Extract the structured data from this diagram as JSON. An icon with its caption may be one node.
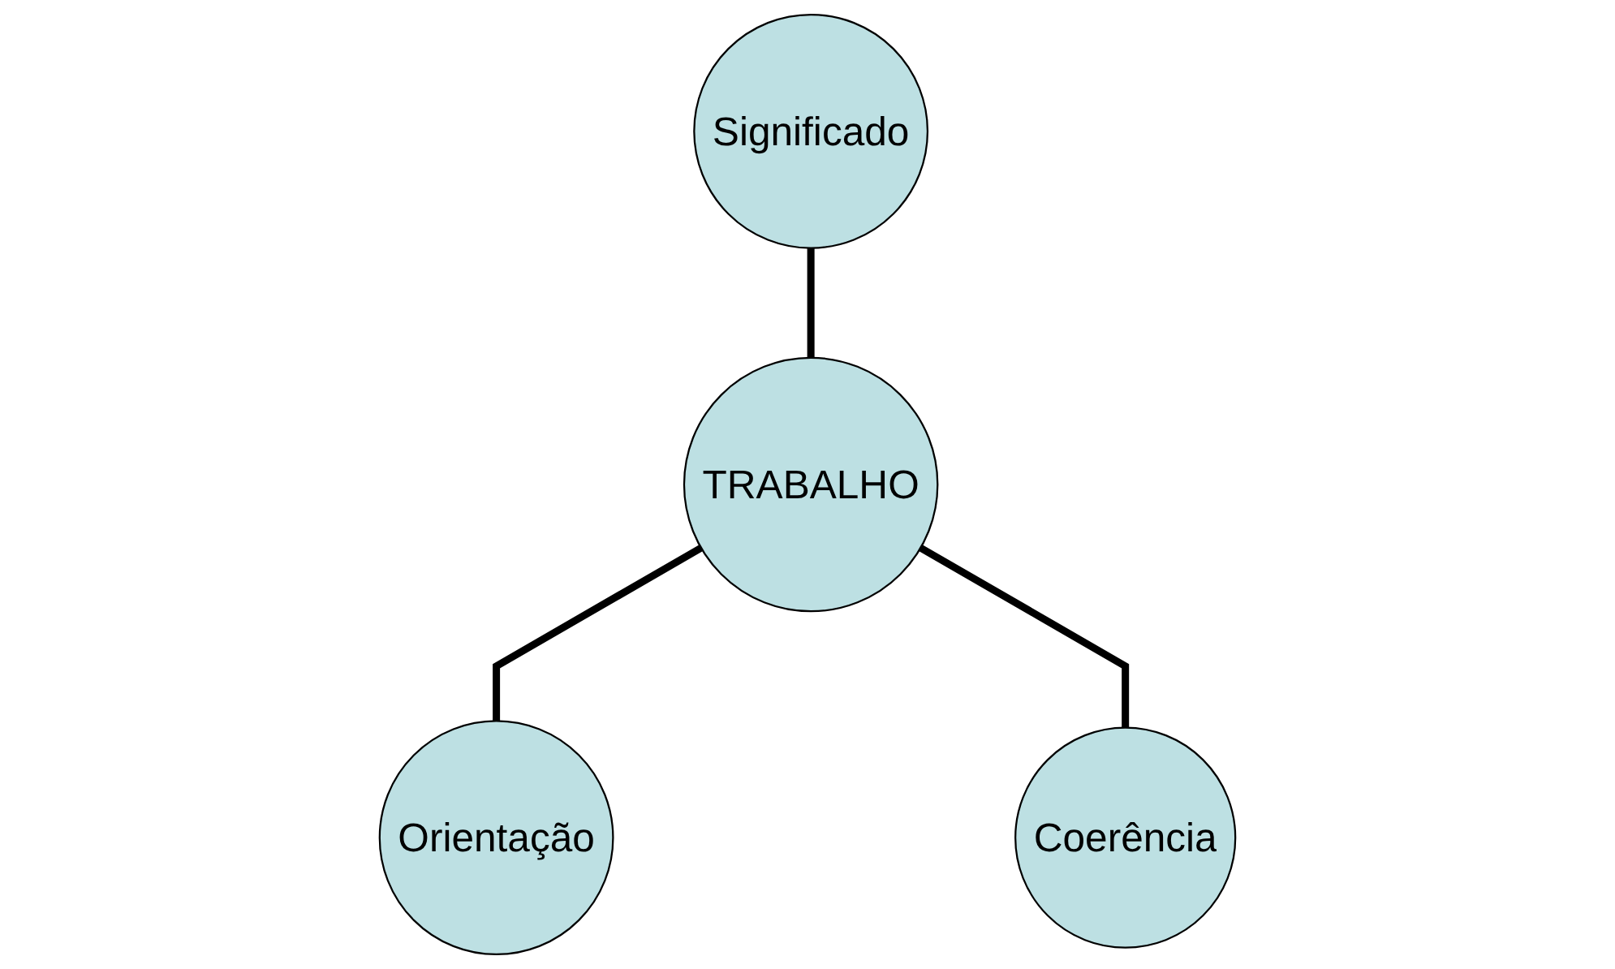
{
  "diagram": {
    "nodes": [
      {
        "text": [
          "Significado"
        ]
      },
      {
        "text": [
          "TRABALHO"
        ]
      },
      {
        "text": [
          "Orientação"
        ]
      },
      {
        "text": [
          "Coerência"
        ]
      }
    ],
    "edges": [
      {
        "from": 0,
        "to": 1,
        "arrow": "none"
      },
      {
        "from": 1,
        "to": 2,
        "arrow": "none"
      },
      {
        "from": 1,
        "to": 3,
        "arrow": "none"
      }
    ]
  }
}
